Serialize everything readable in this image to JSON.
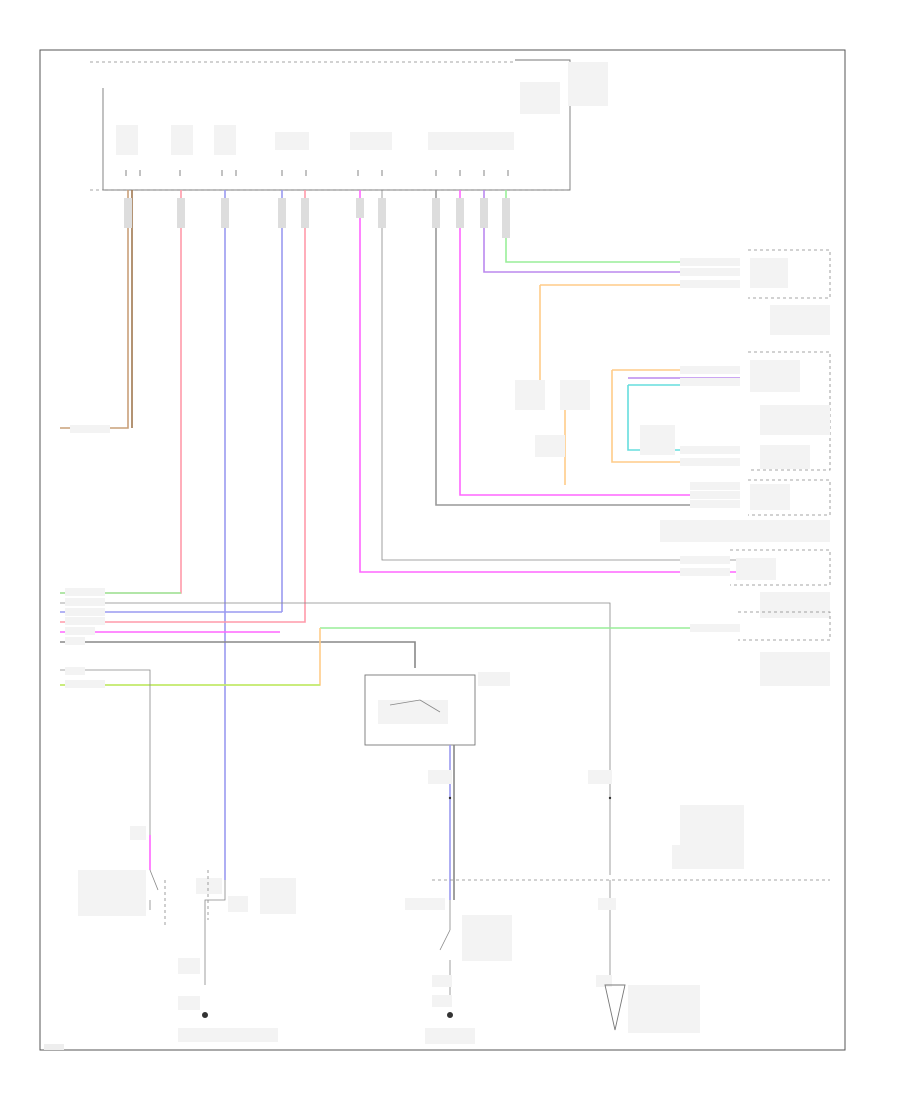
{
  "colors": {
    "tan": "#c9a079",
    "pink": "#ff9aaa",
    "blue": "#9a9af0",
    "magenta": "#ff66ff",
    "green": "#99ee99",
    "ltgreen": "#b8ee66",
    "orange": "#ffcc88",
    "cyan": "#66dddd",
    "gray": "#888888",
    "black": "#555555"
  },
  "icons": {
    "switch": "switch-symbol",
    "ground": "ground-symbol",
    "connector": "connector-symbol"
  }
}
